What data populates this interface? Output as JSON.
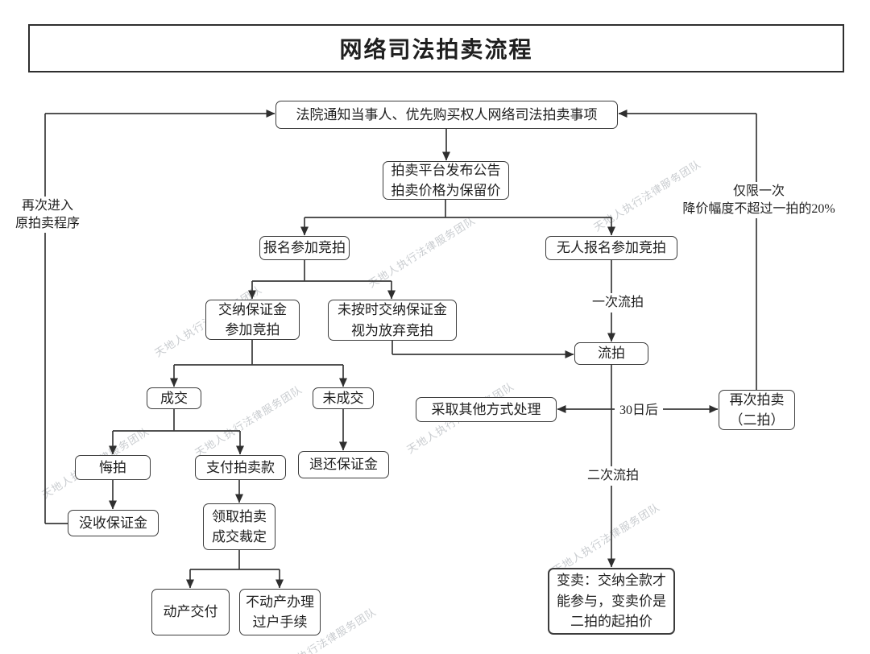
{
  "title": "网络司法拍卖流程",
  "nodes": {
    "notify": "法院通知当事人、优先购买权人网络司法拍卖事项",
    "announce": "拍卖平台发布公告\n拍卖价格为保留价",
    "signup": "报名参加竞拍",
    "nobody_signup": "无人报名参加竞拍",
    "pay_deposit": "交纳保证金\n参加竞拍",
    "no_deposit": "未按时交纳保证金\n视为放弃竞拍",
    "deal": "成交",
    "no_deal": "未成交",
    "regret": "悔拍",
    "pay_price": "支付拍卖款",
    "refund_deposit": "退还保证金",
    "confiscate_deposit": "没收保证金",
    "take_ruling": "领取拍卖\n成交裁定",
    "movable": "动产交付",
    "immovable": "不动产办理\n过户手续",
    "failed_auction": "流拍",
    "other_means": "采取其他方式处理",
    "second_auction": "再次拍卖\n（二拍）",
    "forced_sale": "变卖：交纳全款才\n能参与，变卖价是\n二拍的起拍价"
  },
  "edge_labels": {
    "reenter": "再次进入\n原拍卖程序",
    "limit_once": "仅限一次\n降价幅度不超过一拍的20%",
    "first_pass": "一次流拍",
    "after_30_days": "30日后",
    "second_pass": "二次流拍"
  },
  "watermark": "天地人执行法律服务团队",
  "colors": {
    "line": "#3a3a3a",
    "border": "#3c3c3c",
    "text": "#1f1f1f",
    "watermark": "#b7bbc0"
  }
}
